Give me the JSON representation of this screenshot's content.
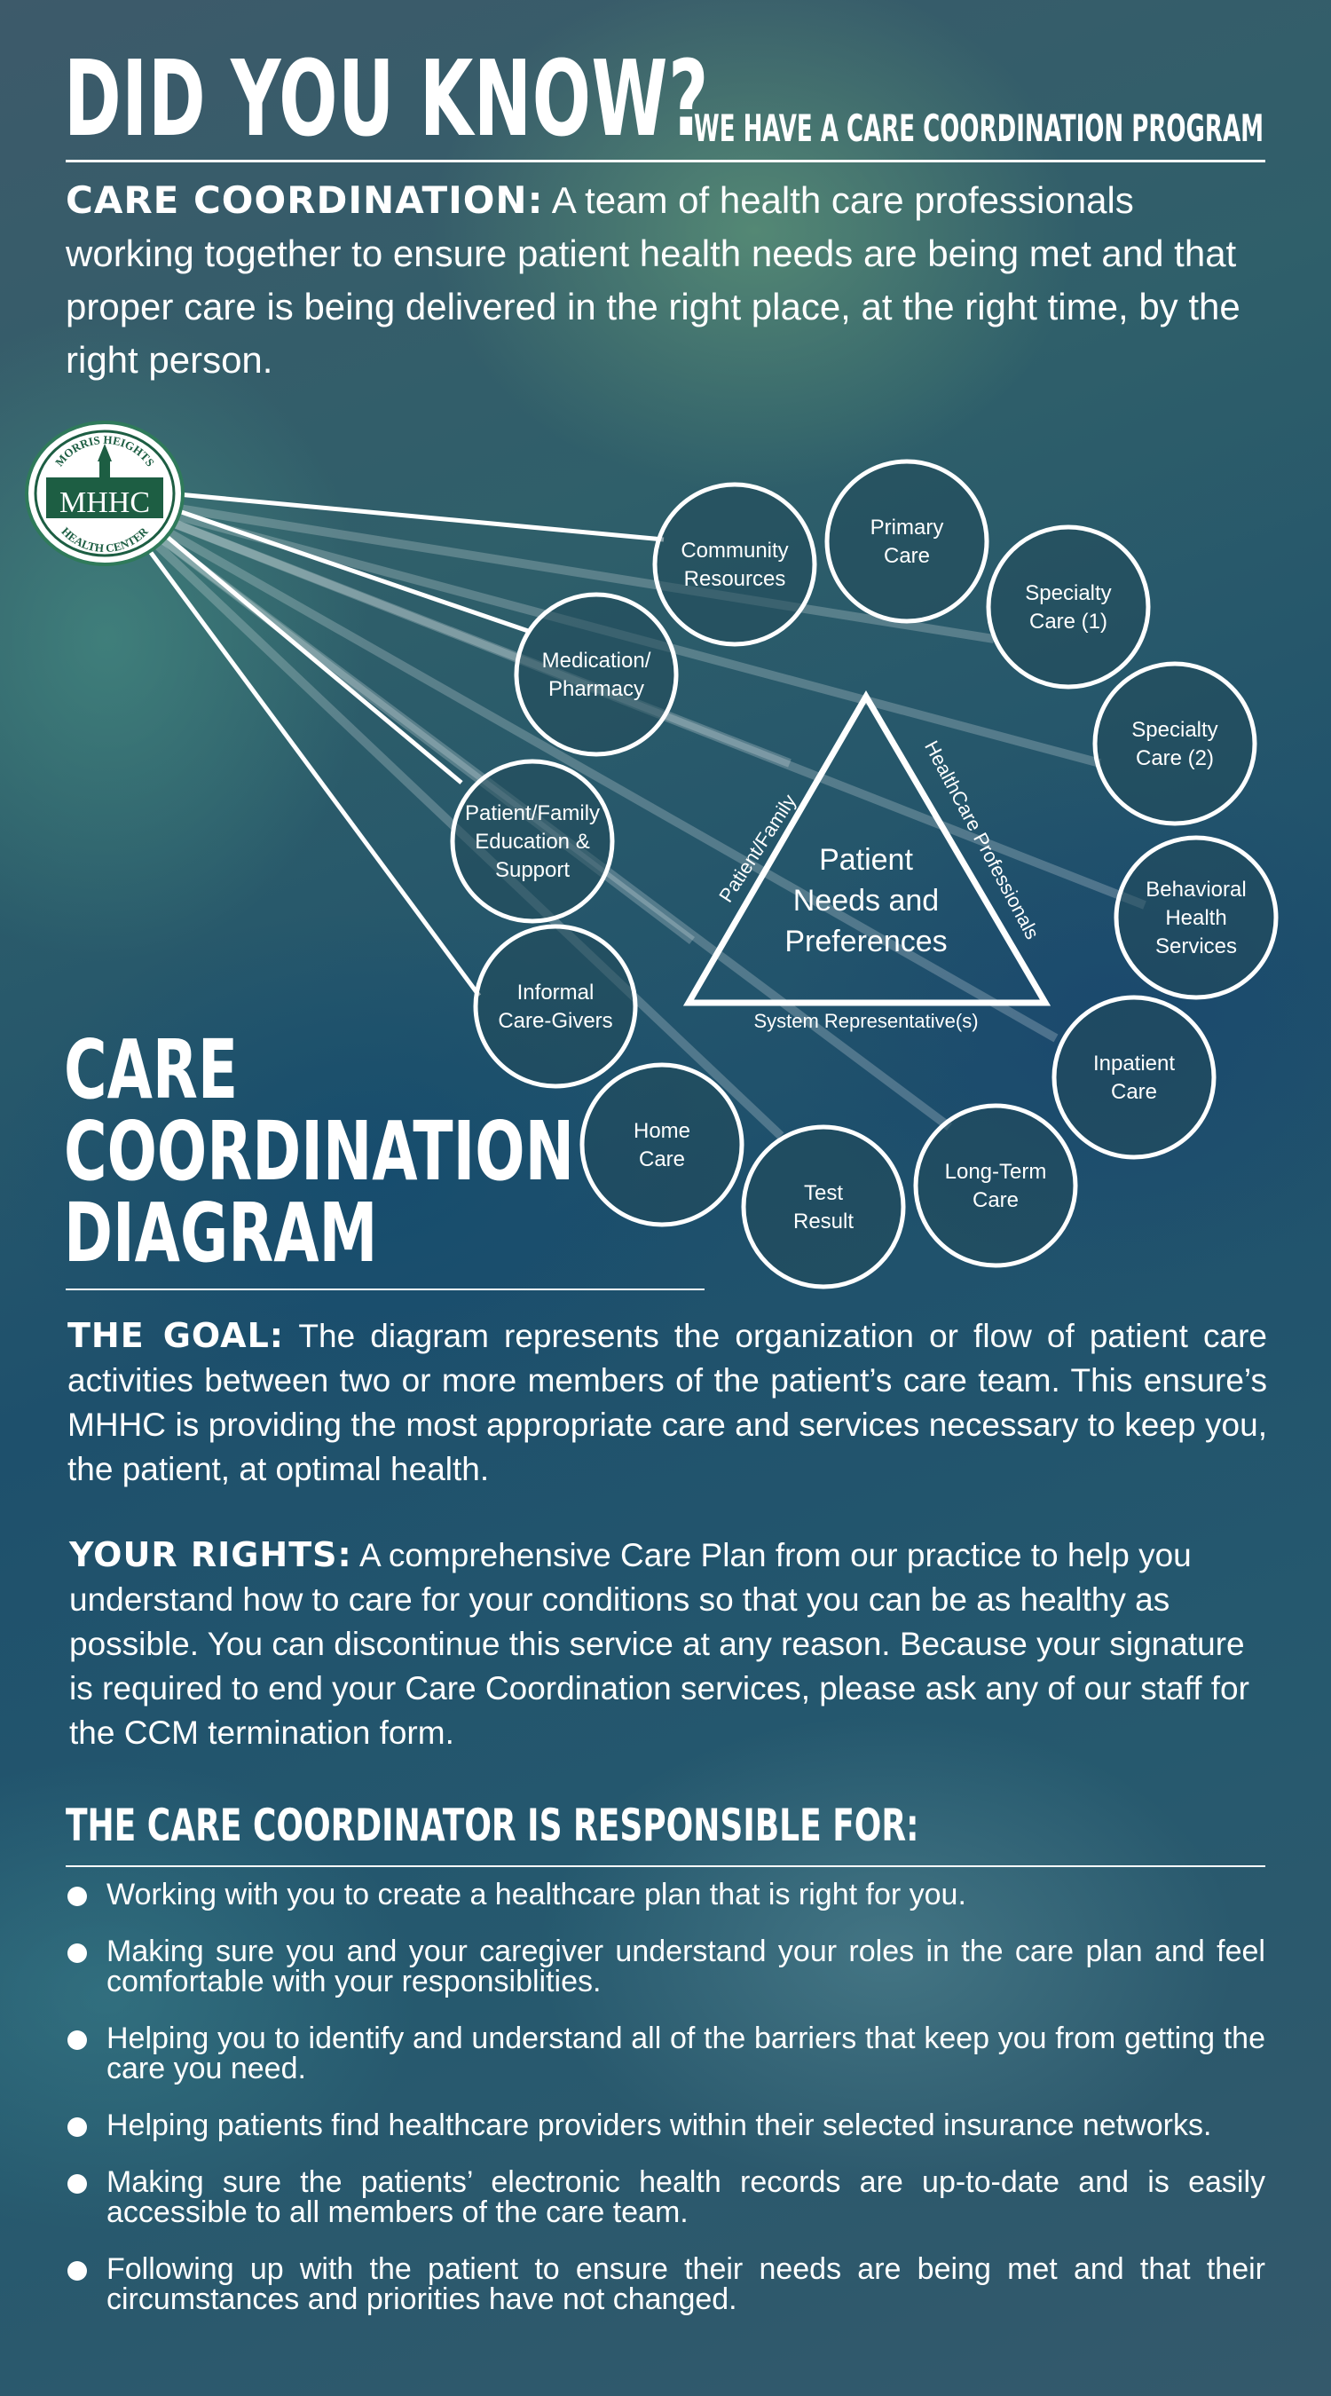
{
  "header": {
    "title": "DID YOU KNOW?",
    "subtitle": "WE HAVE A CARE COORDINATION PROGRAM"
  },
  "definition": {
    "lead": "CARE COORDINATION:",
    "text": " A team of health care professionals working together to ensure patient health needs are being met and that proper care is being delivered in the right place, at the right time, by the right person."
  },
  "logo": {
    "arc_top": "MORRIS HEIGHTS",
    "monogram": "MHHC",
    "arc_bottom": "HEALTH CENTER"
  },
  "diagram": {
    "nodes": [
      {
        "id": "community",
        "lines": [
          "Community",
          "Resources"
        ]
      },
      {
        "id": "primary",
        "lines": [
          "Primary",
          "Care"
        ]
      },
      {
        "id": "specialty1",
        "lines": [
          "Specialty",
          "Care (1)"
        ]
      },
      {
        "id": "specialty2",
        "lines": [
          "Specialty",
          "Care (2)"
        ]
      },
      {
        "id": "behavioral",
        "lines": [
          "Behavioral",
          "Health",
          "Services"
        ]
      },
      {
        "id": "inpatient",
        "lines": [
          "Inpatient",
          "Care"
        ]
      },
      {
        "id": "longterm",
        "lines": [
          "Long-Term",
          "Care"
        ]
      },
      {
        "id": "test",
        "lines": [
          "Test",
          "Result"
        ]
      },
      {
        "id": "home",
        "lines": [
          "Home",
          "Care"
        ]
      },
      {
        "id": "informal",
        "lines": [
          "Informal",
          "Care-Givers"
        ]
      },
      {
        "id": "education",
        "lines": [
          "Patient/Family",
          "Education &",
          "Support"
        ]
      },
      {
        "id": "medication",
        "lines": [
          "Medication/",
          "Pharmacy"
        ]
      }
    ],
    "center": {
      "lines": [
        "Patient",
        "Needs and",
        "Preferences"
      ]
    },
    "side_left": "Patient/Family",
    "side_right": "HealthCare Professionals",
    "side_bottom": "System Representative(s)"
  },
  "diagram_heading": {
    "line1": "CARE",
    "line2": "COORDINATION",
    "line3": "DIAGRAM"
  },
  "goal": {
    "lead": "THE GOAL:",
    "text": " The diagram represents the organization or flow of patient care activities between two or more members of the patient’s care team. This ensure’s MHHC is providing the most appropriate care and services necessary to keep you, the patient, at optimal health."
  },
  "rights": {
    "lead": "YOUR RIGHTS:",
    "text": "  A comprehensive Care Plan from our practice to help you understand how to care for your conditions so that you can be as healthy as possible. You can discontinue this service at any reason. Because your signature is required to end your Care Coordination services, please ask any of our staff for the CCM termination form."
  },
  "responsibilities": {
    "heading": "THE CARE COORDINATOR IS RESPONSIBLE FOR:",
    "items": [
      "Working with you to create a healthcare plan that is right for you.",
      "Making sure you and your caregiver understand your roles in the care plan and feel comfortable with your responsiblities.",
      "Helping you to identify and understand all of the barriers that keep you from getting the care you need.",
      "Helping patients find healthcare providers within their selected insurance networks.",
      "Making sure the patients’ electronic health records are up-to-date and is easily accessible to all members of the care team.",
      "Following up with the patient to ensure their needs are being met and that their circumstances and priorities have not changed."
    ]
  }
}
